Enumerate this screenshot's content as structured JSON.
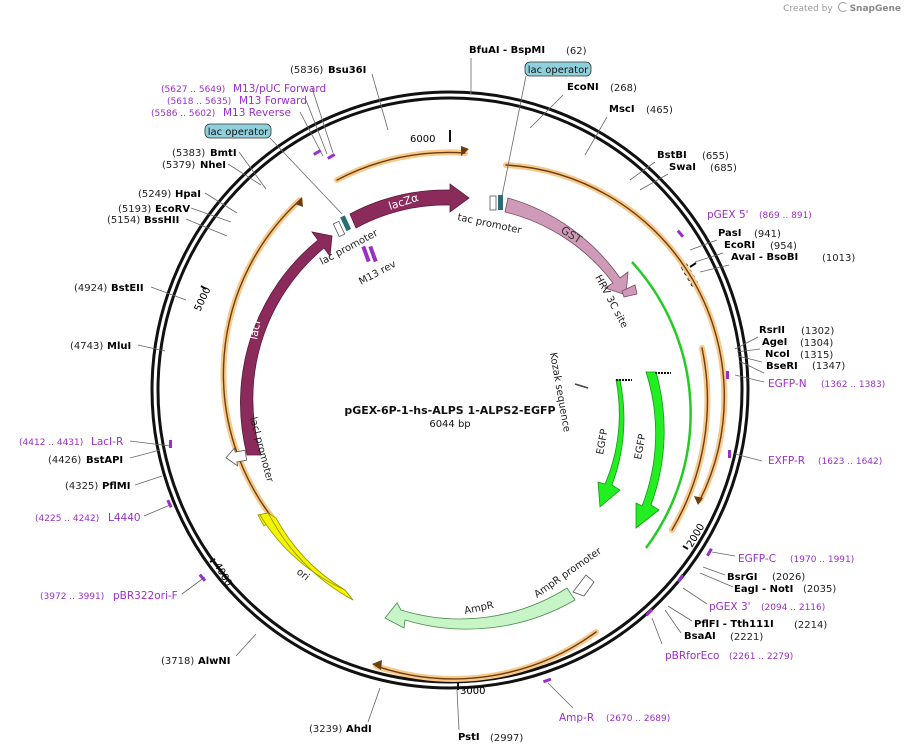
{
  "credit": {
    "prefix": "Created by",
    "brand": "SnapGene"
  },
  "plasmid": {
    "name": "pGEX-6P-1-hs-ALPS 1-ALPS2-EGFP",
    "length_label": "6044 bp",
    "length": 6044
  },
  "colors": {
    "backbone": "#111111",
    "lacI": "#8b2b5b",
    "lacZa": "#8b2b5b",
    "gst": "#cf9ab7",
    "egfp": "#22ee22",
    "ampr": "#c8f5c8",
    "ori": "#f5f500",
    "primer": "#9a2fc8",
    "site_label": "#000000",
    "position_label": "#222222",
    "operator_fill": "#8fd0dd"
  },
  "ticks": [
    {
      "label": "1000",
      "pos": 1000
    },
    {
      "label": "2000",
      "pos": 2000
    },
    {
      "label": "3000",
      "pos": 3000
    },
    {
      "label": "4000",
      "pos": 4000
    },
    {
      "label": "5000",
      "pos": 5000
    },
    {
      "label": "6000",
      "pos": 6000
    }
  ],
  "sites": [
    {
      "name": "BfuAI  - BspMI",
      "pos": "(62)"
    },
    {
      "name": "EcoNI",
      "pos": "(268)"
    },
    {
      "name": "MscI",
      "pos": "(465)"
    },
    {
      "name": "BstBI",
      "pos": "(655)"
    },
    {
      "name": "SwaI",
      "pos": "(685)"
    },
    {
      "name": "PasI",
      "pos": "(941)"
    },
    {
      "name": "EcoRI",
      "pos": "(954)"
    },
    {
      "name": "AvaI  - BsoBI",
      "pos": "(1013)"
    },
    {
      "name": "RsrII",
      "pos": "(1302)"
    },
    {
      "name": "AgeI",
      "pos": "(1304)"
    },
    {
      "name": "NcoI",
      "pos": "(1315)"
    },
    {
      "name": "BseRI",
      "pos": "(1347)"
    },
    {
      "name": "BsrGI",
      "pos": "(2026)"
    },
    {
      "name": "EagI  - NotI",
      "pos": "(2035)"
    },
    {
      "name": "PflFI  - Tth111I",
      "pos": "(2214)"
    },
    {
      "name": "BsaAI",
      "pos": "(2221)"
    },
    {
      "name": "PstI",
      "pos": "(2997)"
    },
    {
      "name": "AhdI",
      "pos": "(3239)"
    },
    {
      "name": "AlwNI",
      "pos": "(3718)"
    },
    {
      "name": "PflMI",
      "pos": "(4325)"
    },
    {
      "name": "BstAPI",
      "pos": "(4426)"
    },
    {
      "name": "MluI",
      "pos": "(4743)"
    },
    {
      "name": "BstEII",
      "pos": "(4924)"
    },
    {
      "name": "BssHII",
      "pos": "(5154)"
    },
    {
      "name": "EcoRV",
      "pos": "(5193)"
    },
    {
      "name": "HpaI",
      "pos": "(5249)"
    },
    {
      "name": "NheI",
      "pos": "(5379)"
    },
    {
      "name": "BmtI",
      "pos": "(5383)"
    },
    {
      "name": "Bsu36I",
      "pos": "(5836)"
    }
  ],
  "primers": [
    {
      "name": "pGEX 5'",
      "range": "(869 .. 891)"
    },
    {
      "name": "EGFP-N",
      "range": "(1362 .. 1383)"
    },
    {
      "name": "EXFP-R",
      "range": "(1623 .. 1642)"
    },
    {
      "name": "EGFP-C",
      "range": "(1970 .. 1991)"
    },
    {
      "name": "pGEX 3'",
      "range": "(2094 .. 2116)"
    },
    {
      "name": "pBRforEco",
      "range": "(2261 .. 2279)"
    },
    {
      "name": "Amp-R",
      "range": "(2670 .. 2689)"
    },
    {
      "name": "pBR322ori-F",
      "range": "(3972 .. 3991)"
    },
    {
      "name": "L4440",
      "range": "(4225 .. 4242)"
    },
    {
      "name": "LacI-R",
      "range": "(4412 .. 4431)"
    },
    {
      "name": "M13 Reverse",
      "range": "(5586 .. 5602)"
    },
    {
      "name": "M13 Forward",
      "range": "(5618 .. 5635)"
    },
    {
      "name": "M13/pUC Forward",
      "range": "(5627 .. 5649)"
    }
  ],
  "boxed_labels": {
    "lac_operator": "lac operator"
  },
  "features": {
    "lacI": "lacI",
    "lacZa": "lacZα",
    "gst": "GST",
    "egfp": "EGFP",
    "ampr": "AmpR",
    "ori": "ori",
    "tac_promoter": "tac promoter",
    "lac_promoter": "lac promoter",
    "laci_promoter": "lacI promoter",
    "ampr_promoter": "AmpR promoter",
    "m13_rev": "M13 rev",
    "hrv": "HRV 3C site",
    "kozak": "Kozak sequence"
  }
}
